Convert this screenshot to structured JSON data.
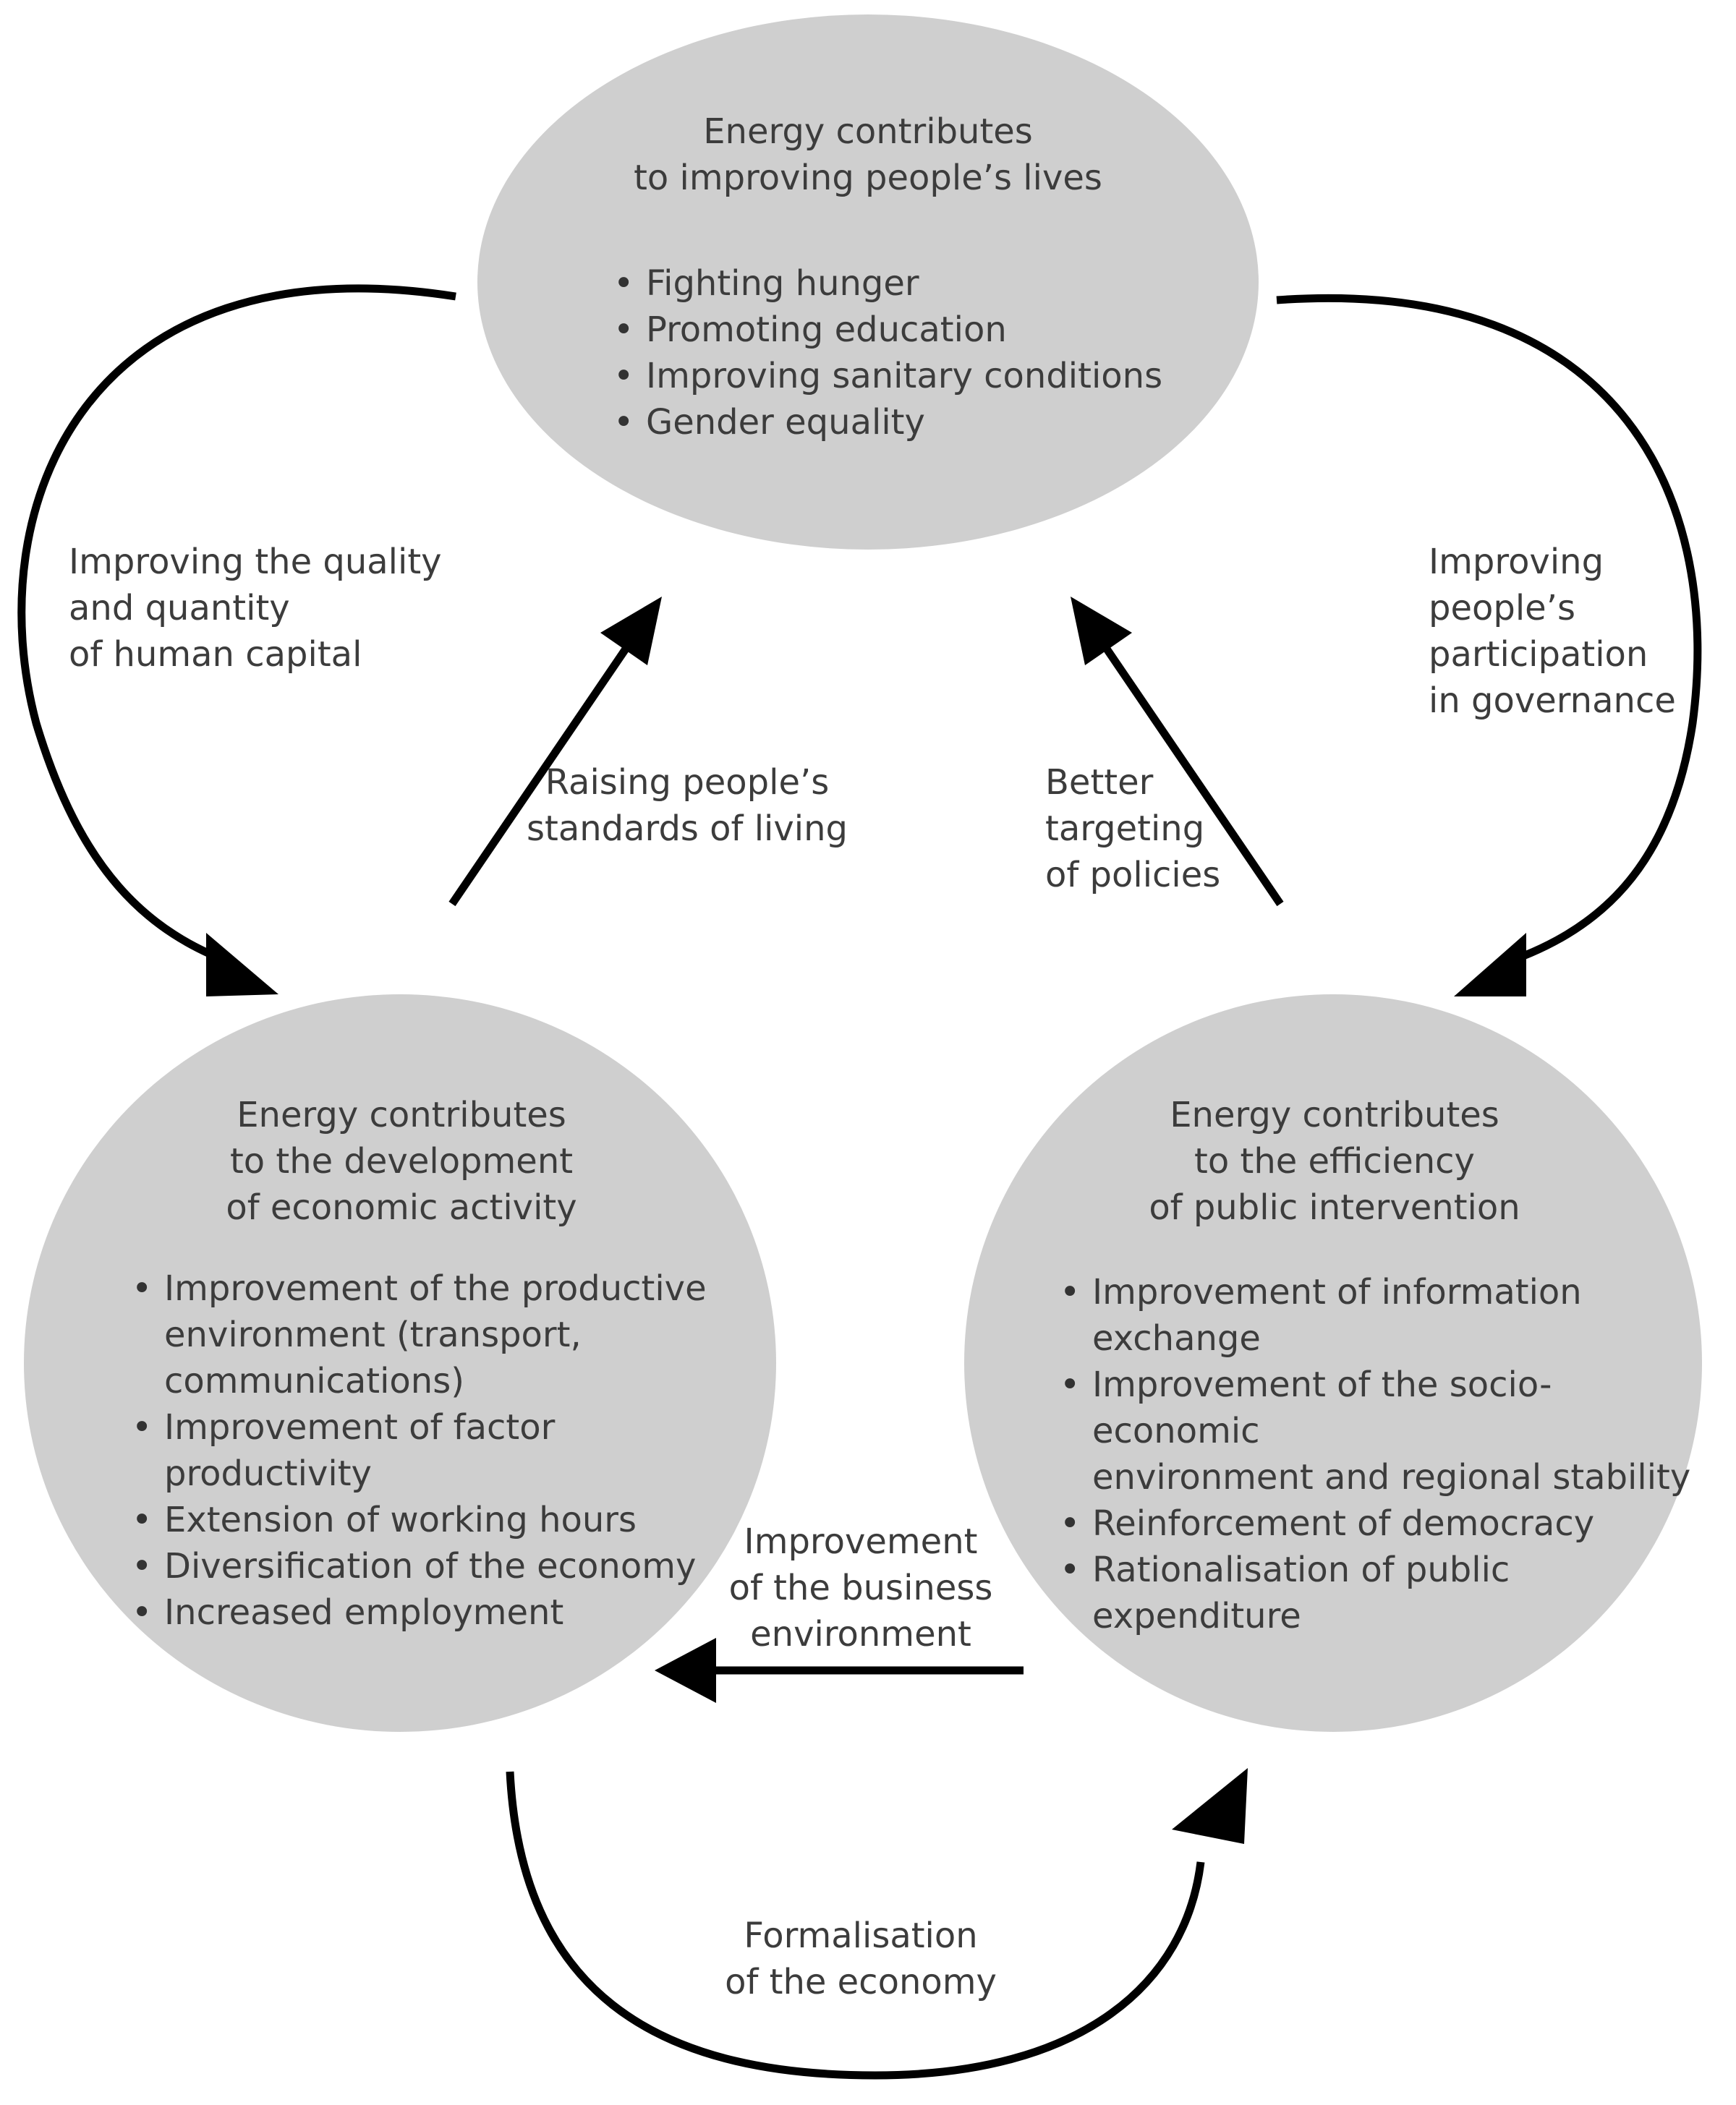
{
  "nodes": {
    "top": {
      "title": [
        "Energy contributes",
        "to improving people’s lives"
      ],
      "bullets": [
        "Fighting hunger",
        "Promoting education",
        "Improving sanitary conditions",
        "Gender equality"
      ]
    },
    "left": {
      "title": [
        "Energy contributes",
        "to the development",
        "of economic activity"
      ],
      "bullets": [
        [
          "Improvement of the productive",
          "environment (transport,",
          "communications)"
        ],
        [
          "Improvement of factor productivity"
        ],
        [
          "Extension of working hours"
        ],
        [
          "Diversification of the economy"
        ],
        [
          "Increased employment"
        ]
      ]
    },
    "right": {
      "title": [
        "Energy contributes",
        "to the efficiency",
        "of public intervention"
      ],
      "bullets": [
        [
          "Improvement of information",
          "exchange"
        ],
        [
          "Improvement of the socio-economic",
          "environment and regional stability"
        ],
        [
          "Reinforcement of democracy"
        ],
        [
          "Rationalisation of public",
          "expenditure"
        ]
      ]
    }
  },
  "edges": {
    "human_capital": [
      "Improving the quality",
      "and quantity",
      "of human capital"
    ],
    "governance": [
      "Improving",
      "people’s",
      "participation",
      "in governance"
    ],
    "living_standards": [
      "Raising people’s",
      "standards of living"
    ],
    "policies": [
      "Better",
      "targeting",
      "of policies"
    ],
    "business": [
      "Improvement",
      "of the business",
      "environment"
    ],
    "formalisation": [
      "Formalisation",
      "of the economy"
    ]
  }
}
